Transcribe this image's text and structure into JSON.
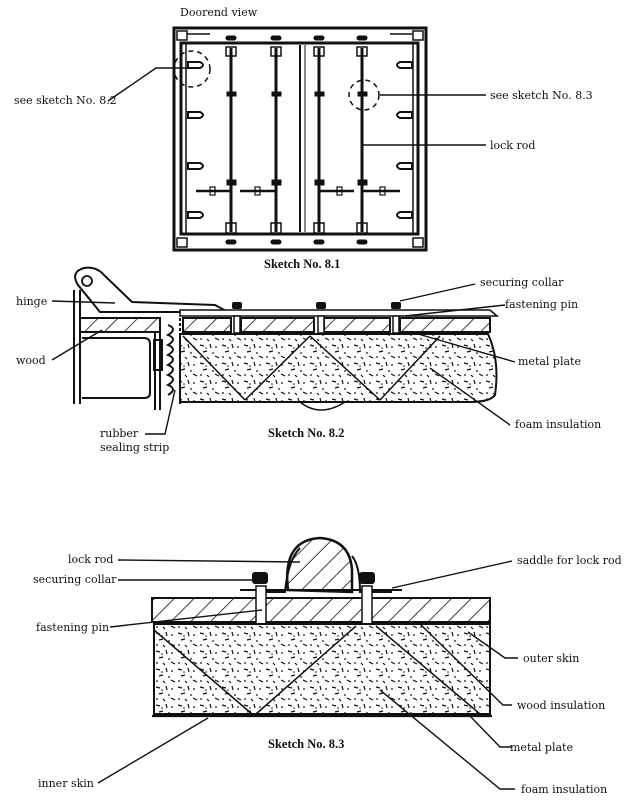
{
  "colors": {
    "ink": "#111111",
    "paper": "#ffffff"
  },
  "sketch_8_1": {
    "title": "Doorend view",
    "caption": "Sketch No. 8.1",
    "labels": {
      "see_8_2": "see sketch No. 8.2",
      "see_8_3": "see sketch No. 8.3",
      "lock_rod": "lock rod"
    }
  },
  "sketch_8_2": {
    "caption": "Sketch No. 8.2",
    "labels": {
      "hinge": "hinge",
      "wood": "wood",
      "rubber_1": "rubber",
      "rubber_2": "sealing strip",
      "securing_collar": "securing collar",
      "fastening_pin": "fastening pin",
      "metal_plate": "metal plate",
      "foam_insulation": "foam insulation"
    }
  },
  "sketch_8_3": {
    "caption": "Sketch No. 8.3",
    "labels": {
      "lock_rod": "lock rod",
      "securing_collar": "securing collar",
      "fastening_pin": "fastening pin",
      "inner_skin": "inner skin",
      "saddle": "saddle for lock rod",
      "outer_skin": "outer skin",
      "wood_insulation": "wood insulation",
      "metal_plate": "metal plate",
      "foam_insulation": "foam insulation"
    }
  }
}
